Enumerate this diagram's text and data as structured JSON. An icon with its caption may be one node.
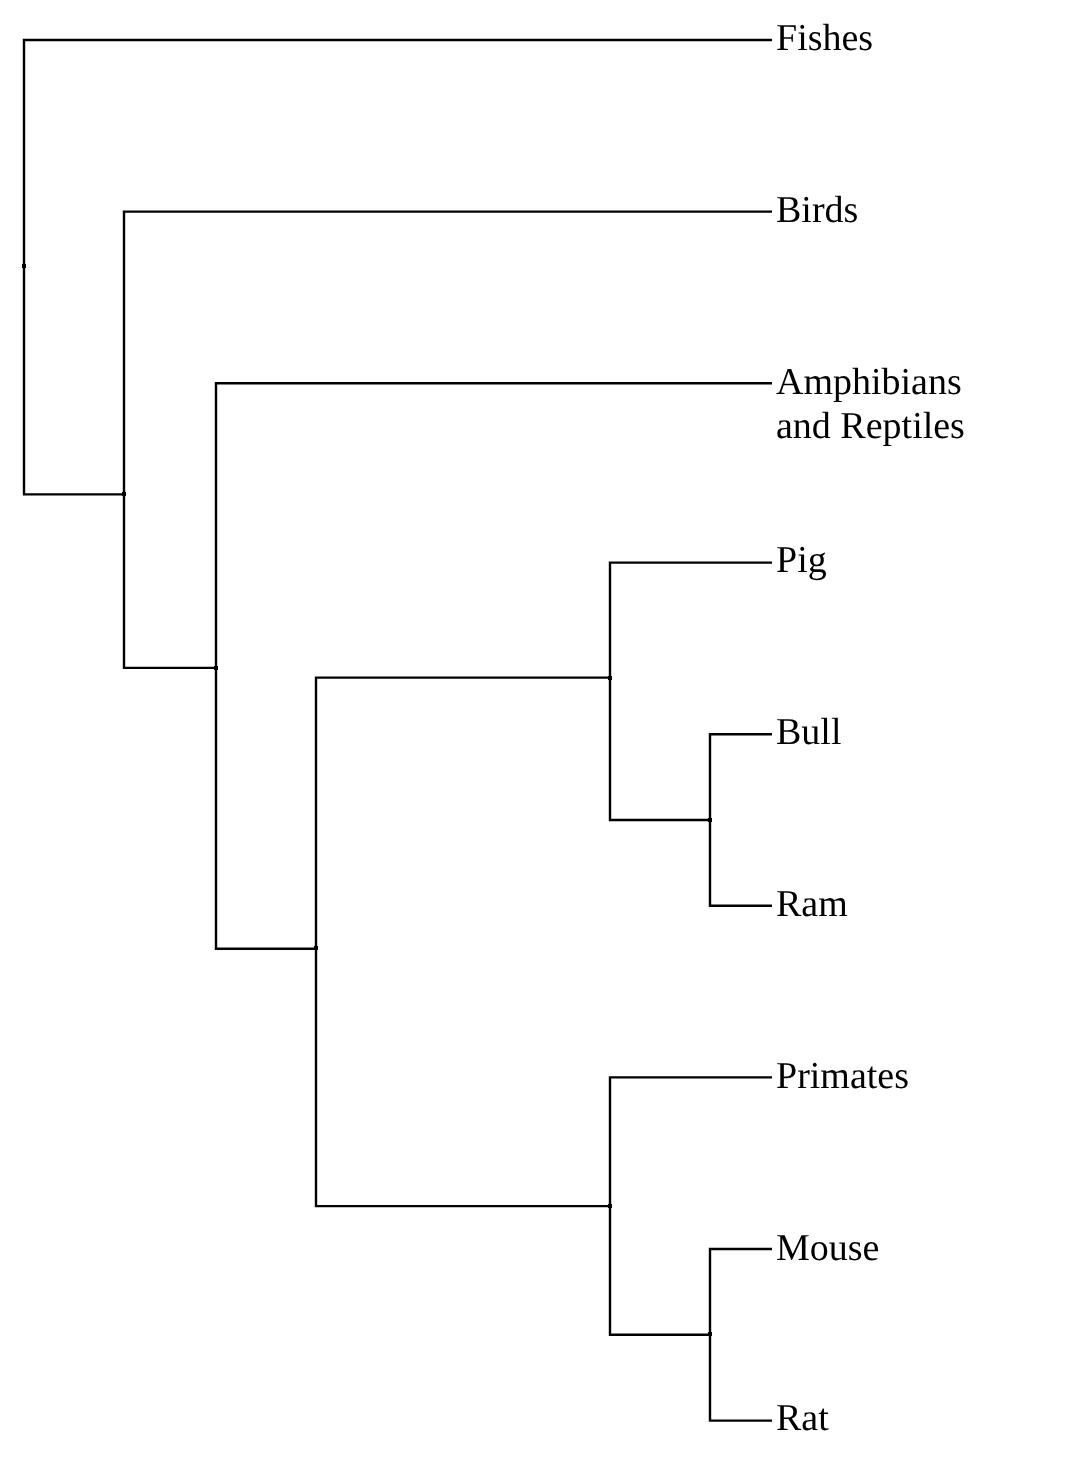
{
  "diagram": {
    "nodes": [
      {
        "text": [
          "Fishes"
        ]
      },
      {
        "text": [
          "Birds"
        ]
      },
      {
        "text": [
          "Amphibians and Reptiles"
        ]
      },
      {
        "text": [
          "Pig"
        ]
      },
      {
        "text": [
          "Bull"
        ]
      },
      {
        "text": [
          "Ram"
        ]
      },
      {
        "text": [
          "Primates"
        ]
      },
      {
        "text": [
          "Mouse"
        ]
      },
      {
        "text": [
          "Rat"
        ]
      },
      {
        "text": [],
        "shape": "point"
      },
      {
        "text": [],
        "shape": "point"
      },
      {
        "text": [],
        "shape": "point"
      },
      {
        "text": [],
        "shape": "point"
      },
      {
        "text": [],
        "shape": "point"
      },
      {
        "text": [],
        "shape": "point"
      },
      {
        "text": [],
        "shape": "point"
      },
      {
        "text": [],
        "shape": "point"
      }
    ],
    "edges": [
      {
        "from": 9,
        "to": 0,
        "arrow": "none"
      },
      {
        "from": 9,
        "to": 10,
        "arrow": "none"
      },
      {
        "from": 10,
        "to": 1,
        "arrow": "none"
      },
      {
        "from": 10,
        "to": 11,
        "arrow": "none"
      },
      {
        "from": 11,
        "to": 2,
        "arrow": "none"
      },
      {
        "from": 11,
        "to": 12,
        "arrow": "none"
      },
      {
        "from": 12,
        "to": 13,
        "arrow": "none"
      },
      {
        "from": 12,
        "to": 15,
        "arrow": "none"
      },
      {
        "from": 13,
        "to": 3,
        "arrow": "none"
      },
      {
        "from": 13,
        "to": 14,
        "arrow": "none"
      },
      {
        "from": 14,
        "to": 4,
        "arrow": "none"
      },
      {
        "from": 14,
        "to": 5,
        "arrow": "none"
      },
      {
        "from": 15,
        "to": 6,
        "arrow": "none"
      },
      {
        "from": 15,
        "to": 16,
        "arrow": "none"
      },
      {
        "from": 16,
        "to": 7,
        "arrow": "none"
      },
      {
        "from": 16,
        "to": 8,
        "arrow": "none"
      }
    ]
  }
}
